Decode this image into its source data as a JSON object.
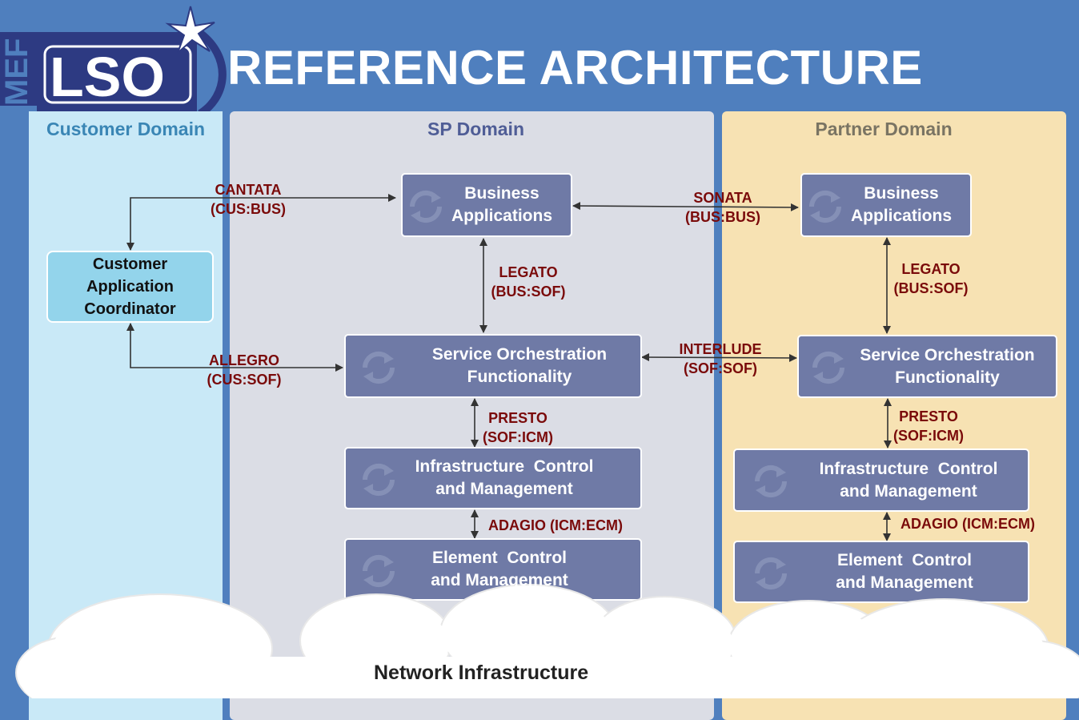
{
  "header": {
    "logo_side_text": "MEF",
    "logo_text": "LSO",
    "title": "REFERENCE ARCHITECTURE"
  },
  "domains": {
    "customer": {
      "title": "Customer Domain",
      "color": "#3a86b5"
    },
    "sp": {
      "title": "SP Domain",
      "color": "#4f5d96"
    },
    "partner": {
      "title": "Partner Domain",
      "color": "#7a7463"
    }
  },
  "customer_domain": {
    "coordinator": {
      "line1": "Customer",
      "line2": "Application",
      "line3": "Coordinator"
    }
  },
  "sp_domain": {
    "business_apps": {
      "line1": "Business",
      "line2": "Applications"
    },
    "service_orch": {
      "line1": "Service Orchestration",
      "line2": "Functionality"
    },
    "infra_control": {
      "line1": "Infrastructure  Control",
      "line2": "and Management"
    },
    "element_control": {
      "line1": "Element  Control",
      "line2": "and Management"
    }
  },
  "partner_domain": {
    "business_apps": {
      "line1": "Business",
      "line2": "Applications"
    },
    "service_orch": {
      "line1": "Service Orchestration",
      "line2": "Functionality"
    },
    "infra_control": {
      "line1": "Infrastructure  Control",
      "line2": "and Management"
    },
    "element_control": {
      "line1": "Element  Control",
      "line2": "and Management"
    }
  },
  "interfaces": {
    "cantata": {
      "name": "CANTATA",
      "code": "(CUS:BUS)"
    },
    "allegro": {
      "name": "ALLEGRO",
      "code": "(CUS:SOF)"
    },
    "sonata": {
      "name": "SONATA",
      "code": "(BUS:BUS)"
    },
    "interlude": {
      "name": "INTERLUDE",
      "code": "(SOF:SOF)"
    },
    "legato_sp": {
      "name": "LEGATO",
      "code": "(BUS:SOF)"
    },
    "legato_partner": {
      "name": "LEGATO",
      "code": "(BUS:SOF)"
    },
    "presto_sp": {
      "name": "PRESTO",
      "code": "(SOF:ICM)"
    },
    "presto_partner": {
      "name": "PRESTO",
      "code": "(SOF:ICM)"
    },
    "adagio_sp": {
      "label": "ADAGIO (ICM:ECM)"
    },
    "adagio_partner": {
      "label": "ADAGIO (ICM:ECM)"
    }
  },
  "network": {
    "label": "Network Infrastructure"
  },
  "colors": {
    "background": "#4f7fbe",
    "box_fill": "#6f7aa6",
    "interface_text": "#7a0a0a",
    "customer_panel": "#c9e9f7",
    "sp_panel": "#dbdde5",
    "partner_panel": "#f7e2b3"
  }
}
